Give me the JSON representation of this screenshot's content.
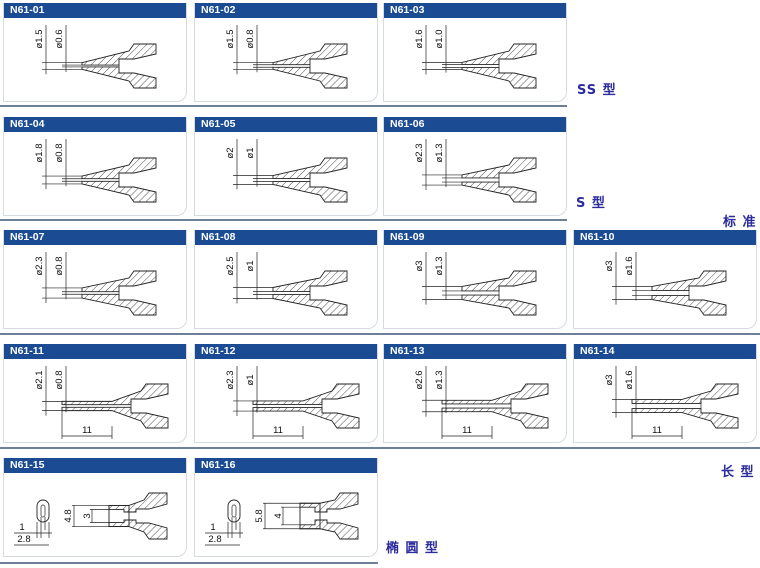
{
  "colors": {
    "header": "#1a4b93",
    "label": "#2b2b9e",
    "line": "#222222"
  },
  "cards": [
    {
      "id": "N61-01",
      "type": "std",
      "outer": "ø1.5",
      "inner": "ø0.6"
    },
    {
      "id": "N61-02",
      "type": "std",
      "outer": "ø1.5",
      "inner": "ø0.8"
    },
    {
      "id": "N61-03",
      "type": "std",
      "outer": "ø1.6",
      "inner": "ø1.0"
    },
    {
      "id": "N61-04",
      "type": "std",
      "outer": "ø1.8",
      "inner": "ø0.8"
    },
    {
      "id": "N61-05",
      "type": "std",
      "outer": "ø2",
      "inner": "ø1"
    },
    {
      "id": "N61-06",
      "type": "std",
      "outer": "ø2.3",
      "inner": "ø1.3"
    },
    {
      "id": "N61-07",
      "type": "std",
      "outer": "ø2.3",
      "inner": "ø0.8"
    },
    {
      "id": "N61-08",
      "type": "std",
      "outer": "ø2.5",
      "inner": "ø1"
    },
    {
      "id": "N61-09",
      "type": "std",
      "outer": "ø3",
      "inner": "ø1.3"
    },
    {
      "id": "N61-10",
      "type": "std",
      "outer": "ø3",
      "inner": "ø1.6"
    },
    {
      "id": "N61-11",
      "type": "long",
      "outer": "ø2.1",
      "inner": "ø0.8",
      "length": "11"
    },
    {
      "id": "N61-12",
      "type": "long",
      "outer": "ø2.3",
      "inner": "ø1",
      "length": "11"
    },
    {
      "id": "N61-13",
      "type": "long",
      "outer": "ø2.6",
      "inner": "ø1.3",
      "length": "11"
    },
    {
      "id": "N61-14",
      "type": "long",
      "outer": "ø3",
      "inner": "ø1.6",
      "length": "11"
    },
    {
      "id": "N61-15",
      "type": "oval",
      "outer": "4.8",
      "inner": "3",
      "slot": "1",
      "width": "2.8"
    },
    {
      "id": "N61-16",
      "type": "oval",
      "outer": "5.8",
      "inner": "4",
      "slot": "1",
      "width": "2.8"
    }
  ],
  "labels": {
    "ss": "SS 型",
    "s": "S 型",
    "standard": "标 准",
    "long": "长 型",
    "oval": "椭 圆 型"
  }
}
